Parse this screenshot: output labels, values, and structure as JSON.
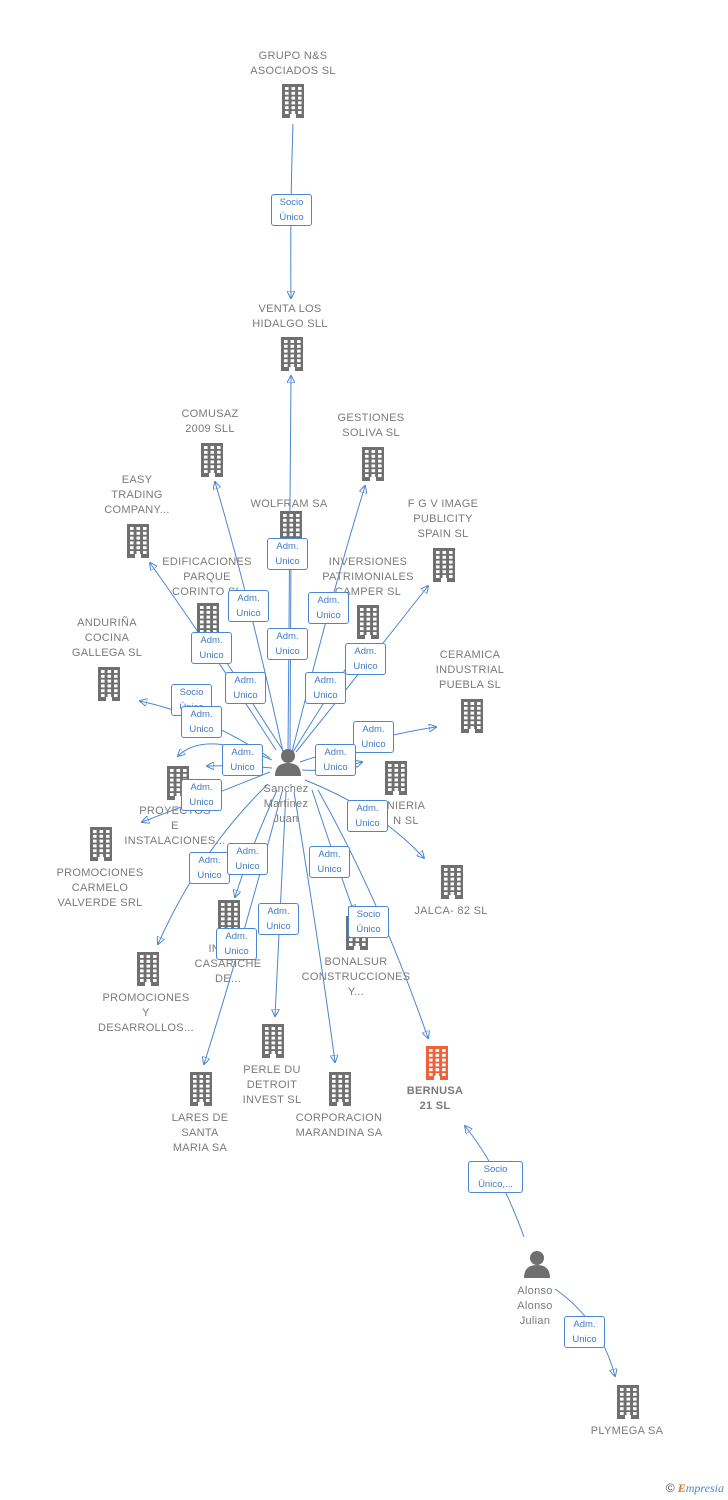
{
  "colors": {
    "node": "#6f6f6f",
    "focus": "#f0613a",
    "edge": "#4a86d4"
  },
  "watermark": {
    "copyright": "©",
    "first": "E",
    "rest": "mpresia"
  },
  "nodes": [
    {
      "id": "grupo",
      "type": "company",
      "label": "GRUPO N&S\nASOCIADOS SL"
    },
    {
      "id": "venta",
      "type": "company",
      "label": "VENTA LOS\nHIDALGO SLL"
    },
    {
      "id": "comusaz",
      "type": "company",
      "label": "COMUSAZ\n2009 SLL"
    },
    {
      "id": "gestiones",
      "type": "company",
      "label": "GESTIONES\nSOLIVA SL"
    },
    {
      "id": "easy",
      "type": "company",
      "label": "EASY\nTRADING\nCOMPANY..."
    },
    {
      "id": "wolfram",
      "type": "company",
      "label": "WOLFRAM SA"
    },
    {
      "id": "fgv",
      "type": "company",
      "label": "F G V IMAGE\nPUBLICITY\nSPAIN SL"
    },
    {
      "id": "edificaciones",
      "type": "company",
      "label": "EDIFICACIONES\nPARQUE\nCORINTO SL"
    },
    {
      "id": "inversiones",
      "type": "company",
      "label": "INVERSIONES\nPATRIMONIALES\nCAMPER SL"
    },
    {
      "id": "andurina",
      "type": "company",
      "label": "ANDURIÑA\nCOCINA\nGALLEGA SL"
    },
    {
      "id": "ceramica",
      "type": "company",
      "label": "CERAMICA\nINDUSTRIAL\nPUEBLA SL"
    },
    {
      "id": "proyectos",
      "type": "company",
      "label": "PROYECTOS\nE\nINSTALACIONES..."
    },
    {
      "id": "ingenieria",
      "type": "company",
      "label": "NIERIA\nN  SL"
    },
    {
      "id": "promcarmelo",
      "type": "company",
      "label": "PROMOCIONES\nCARMELO\nVALVERDE SRL"
    },
    {
      "id": "jalca",
      "type": "company",
      "label": "JALCA- 82 SL"
    },
    {
      "id": "industrias",
      "type": "company",
      "label": "INDU       S\nCASARICHE\nDE..."
    },
    {
      "id": "bonalsur",
      "type": "company",
      "label": "BONALSUR\nCONSTRUCCIONES\nY..."
    },
    {
      "id": "promdesarrollos",
      "type": "company",
      "label": "PROMOCIONES\nY\nDESARROLLOS..."
    },
    {
      "id": "perle",
      "type": "company",
      "label": "PERLE DU\nDETROIT\nINVEST SL"
    },
    {
      "id": "bernusa",
      "type": "focus",
      "label": "BERNUSA\n21 SL"
    },
    {
      "id": "lares",
      "type": "company",
      "label": "LARES DE\nSANTA\nMARIA SA"
    },
    {
      "id": "corporacion",
      "type": "company",
      "label": "CORPORACION\nMARANDINA SA"
    },
    {
      "id": "sanchez",
      "type": "person",
      "label": "Sanchez\nMartinez\nJuan"
    },
    {
      "id": "alonso",
      "type": "person",
      "label": "Alonso\nAlonso\nJulian"
    },
    {
      "id": "plymega",
      "type": "company",
      "label": "PLYMEGA SA"
    }
  ],
  "edge_labels": [
    "Socio\nÚnico",
    "Adm.\nUnico",
    "Adm.\nUnico",
    "Adm.\nUnico",
    "Adm.\nUnico",
    "Adm.\nUnico",
    "Adm.\nUnico",
    "Adm.\nUnico",
    "Adm.\nUnico",
    "Socio\nÚnico",
    "Adm.\nUnico",
    "Adm.\nUnico",
    "Adm.\nUnico",
    "Adm.\nUnico",
    "Adm.\nUnico",
    "Adm.\nUnico",
    "Adm.\nUnico",
    "Adm.\nUnico",
    "Adm.\nUnico",
    "Adm.\nUnico",
    "Adm.\nUnico",
    "Socio\nÚnico",
    "Socio\nÚnico,...",
    "Adm.\nUnico"
  ]
}
